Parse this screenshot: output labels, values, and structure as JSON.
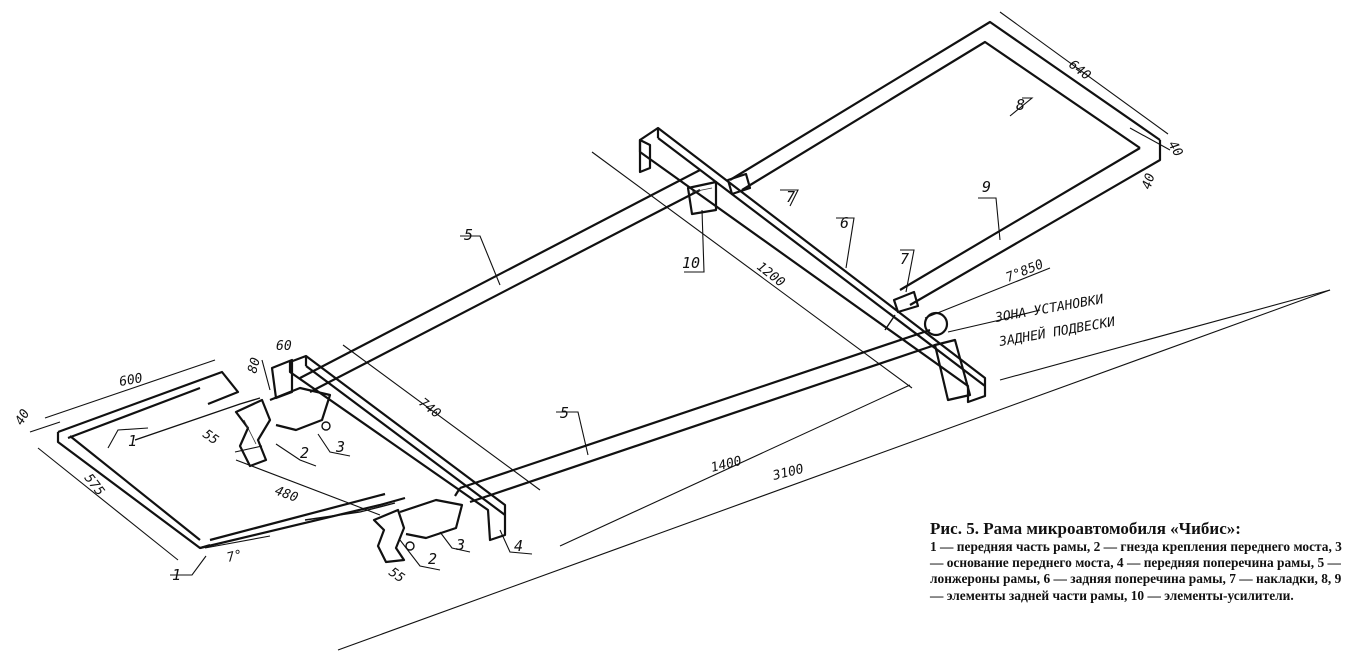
{
  "caption": {
    "title": "Рис. 5. Рама микроавтомобиля «Чибис»:",
    "body": "1 — передняя часть рамы, 2 — гнезда крепления переднего моста, 3 — основание переднего моста, 4 — передняя поперечина рамы, 5 — лонжероны рамы, 6 — задняя поперечина рамы, 7 — накладки, 8, 9 — элементы задней части рамы, 10 — элементы-усилители."
  },
  "labels": {
    "p1a": "1",
    "p1b": "1",
    "p2a": "2",
    "p2b": "2",
    "p3a": "3",
    "p3b": "3",
    "p4": "4",
    "p5a": "5",
    "p5b": "5",
    "p6": "6",
    "p7a": "7",
    "p7b": "7",
    "p8": "8",
    "p9": "9",
    "p10": "10"
  },
  "dimensions": {
    "d600": "600",
    "d40a": "40",
    "d575": "575",
    "d80": "80",
    "d60": "60",
    "d55a": "55",
    "d55b": "55",
    "d480": "480",
    "d740": "740",
    "d1400": "1400",
    "d3100": "3100",
    "d1200": "1200",
    "d640": "640",
    "d40b": "40",
    "d40c": "40",
    "d7deg": "7°",
    "d7850": "7°850"
  },
  "zone": {
    "line1": "ЗОНА УСТАНОВКИ",
    "line2": "ЗАДНЕЙ ПОДВЕСКИ"
  },
  "colors": {
    "ink": "#111111",
    "paper": "#ffffff"
  }
}
